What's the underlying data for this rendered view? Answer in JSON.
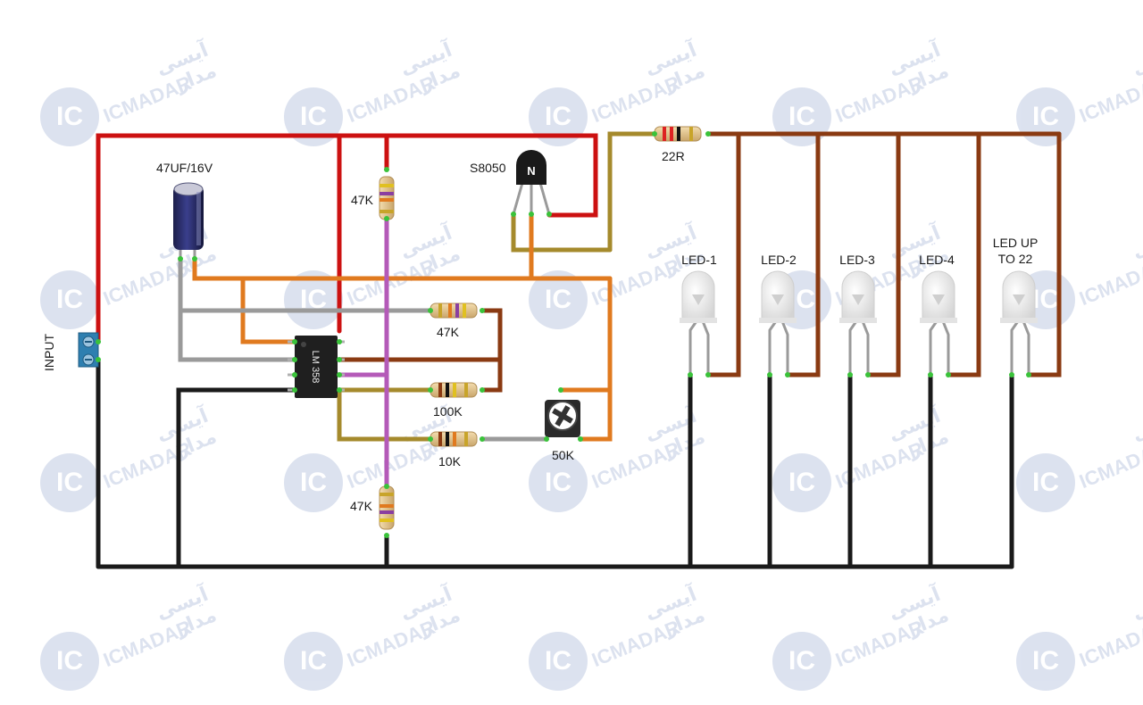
{
  "watermark": {
    "brand": "ICMADAR",
    "persian": "آیسی مدار",
    "logo": "IC"
  },
  "labels": {
    "capacitor": "47UF/16V",
    "transistor": "S8050",
    "transistor_mark": "N",
    "resistor_top": "47K",
    "resistor_bottom": "47K",
    "resistor_22r": "22R",
    "resistor_47k_h": "47K",
    "resistor_100k": "100K",
    "resistor_10k": "10K",
    "pot": "50K",
    "input": "INPUT",
    "ic_text": "LM 358",
    "led1": "LED-1",
    "led2": "LED-2",
    "led3": "LED-3",
    "led4": "LED-4",
    "led_up_line1": "LED UP",
    "led_up_line2": "TO 22"
  },
  "colors": {
    "red_wire": "#cc1111",
    "brown_wire": "#8a3a12",
    "orange_wire": "#e07a1f",
    "olive_wire": "#a58a2c",
    "gray_wire": "#9a9a9a",
    "black_wire": "#1a1a1a",
    "purple_wire": "#b45ab8",
    "terminal_green": "#3ac23a"
  }
}
